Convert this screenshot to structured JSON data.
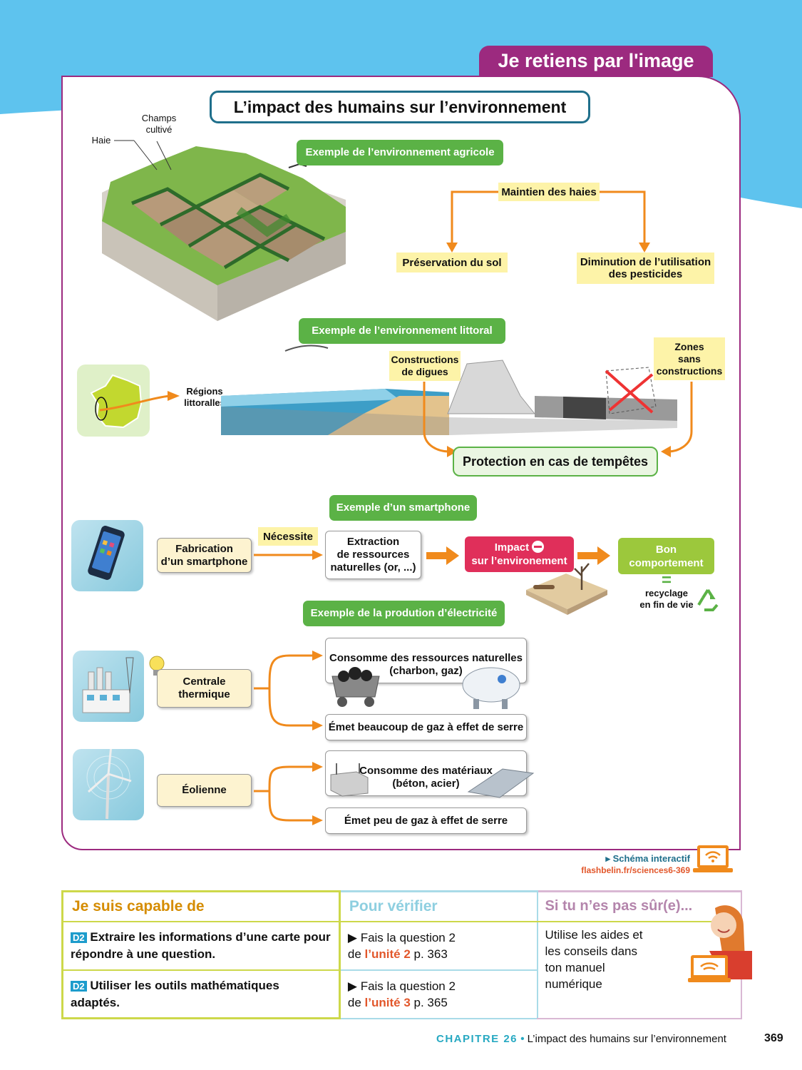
{
  "header": {
    "tab_title": "Je retiens par l'image"
  },
  "main_title": "L’impact des humains sur l’environnement",
  "agricole": {
    "tag": "Exemple de l’environnement agricole",
    "label_haie": "Haie",
    "label_champs": "Champs cultivé",
    "maintien": "Maintien des haies",
    "preservation": "Préservation du sol",
    "diminution_1": "Diminution de l’utilisation",
    "diminution_2": "des pesticides"
  },
  "littoral": {
    "tag": "Exemple de l’environnement littoral",
    "regions": "Régions littoralles",
    "constructions_1": "Constructions",
    "constructions_2": "de digues",
    "zones_1": "Zones",
    "zones_2": "sans",
    "zones_3": "constructions",
    "protection": "Protection en cas de tempêtes"
  },
  "smartphone": {
    "tag": "Exemple d’un smartphone",
    "fabrication_1": "Fabrication",
    "fabrication_2": "d’un smartphone",
    "necessite": "Nécessite",
    "extraction_1": "Extraction",
    "extraction_2": "de ressources",
    "extraction_3": "naturelles (or, ...)",
    "impact_1": "Impact",
    "impact_2": "sur l’environement",
    "bon_1": "Bon",
    "bon_2": "comportement",
    "equals": "=",
    "recyclage_1": "recyclage",
    "recyclage_2": "en fin de vie"
  },
  "electricite": {
    "tag": "Exemple de la prodution d’électricité",
    "centrale_1": "Centrale",
    "centrale_2": "thermique",
    "consomme_ress_1": "Consomme des ressources naturelles",
    "consomme_ress_2": "(charbon, gaz)",
    "emet_beaucoup": "Émet beaucoup de gaz à effet de serre",
    "eolienne": "Éolienne",
    "consomme_mat_1": "Consomme des matériaux",
    "consomme_mat_2": "(béton, acier)",
    "emet_peu": "Émet peu de gaz à effet de serre"
  },
  "interactive": {
    "label": "▸ Schéma interactif",
    "url": "flashbelin.fr/sciences6-369"
  },
  "capable_table": {
    "header_1": "Je suis capable de",
    "header_2": "Pour vérifier",
    "header_3": "Si tu n’es pas sûr(e)...",
    "rows": [
      {
        "badge": "D2",
        "skill": "Extraire les informations d’une carte pour répondre à une question.",
        "verify_pre": "▶ Fais la question 2",
        "verify_de": "de",
        "verify_unit": "l’unité 2",
        "verify_page": "p. 363"
      },
      {
        "badge": "D2",
        "skill": "Utiliser les outils mathématiques adaptés.",
        "verify_pre": "▶ Fais la question 2",
        "verify_de": "de",
        "verify_unit": "l’unité 3",
        "verify_page": "p. 365"
      }
    ],
    "help": "Utilise les aides et les conseils dans ton manuel numérique"
  },
  "footer": {
    "chapter": "CHAPITRE 26",
    "bullet": "•",
    "title": "L’impact des humains sur l’environnement",
    "page_number": "369"
  },
  "colors": {
    "accent_purple": "#9c2a7f",
    "green": "#5bb246",
    "orange": "#f08a1c",
    "sky": "#5ec3ee",
    "teal": "#1f6f8b"
  }
}
